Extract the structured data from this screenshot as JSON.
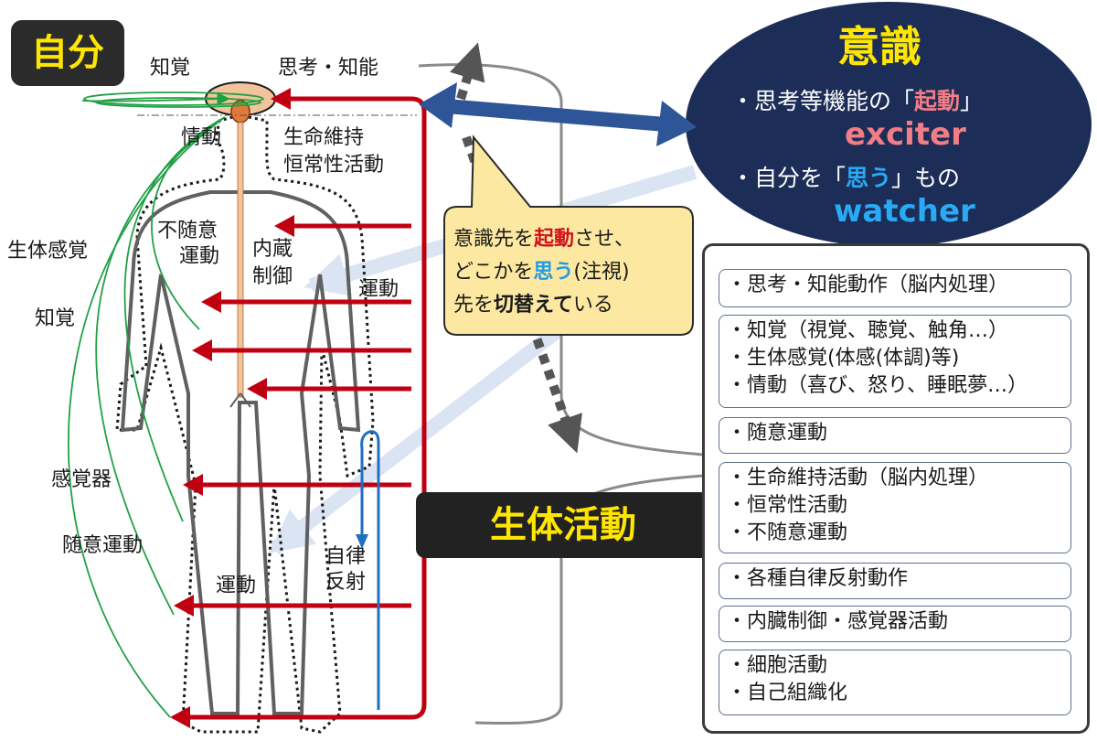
{
  "self_label": "自分",
  "consciousness": {
    "title": "意識",
    "line1_prefix": "・思考等機能の「",
    "line1_highlight": "起動",
    "line1_suffix": "」",
    "exciter": "exciter",
    "line2_prefix": "・自分を「",
    "line2_highlight": "思う",
    "line2_suffix": "」もの",
    "watcher": "watcher"
  },
  "callout": {
    "l1_a": "意識先を",
    "l1_b": "起動",
    "l1_c": "させ、",
    "l2_a": "どこかを",
    "l2_b": "思う",
    "l2_c": "(注視)",
    "l3_a": "先を",
    "l3_b": "切替えて",
    "l3_c": "いる"
  },
  "body_labels": {
    "perception_top": "知覚",
    "thinking": "思考・知能",
    "emotion": "情動",
    "life_line1": "生命維持",
    "life_line2": "恒常性活動",
    "involuntary_line1": "不随意",
    "involuntary_line2": "運動",
    "visceral_line1": "内蔵",
    "visceral_line2": "制御",
    "movement_upper": "運動",
    "somatic_sense": "生体感覚",
    "perception_left": "知覚",
    "sense_organs": "感覚器",
    "voluntary_movement": "随意運動",
    "movement_lower": "運動",
    "autonomic_line1": "自律",
    "autonomic_line2": "反射"
  },
  "bio_activity_label": "生体活動",
  "list_groups": [
    {
      "items": [
        "思考・知能動作（脳内処理）"
      ]
    },
    {
      "items": [
        "知覚（視覚、聴覚、触角…）",
        "生体感覚(体感(体調)等)",
        "情動（喜び、怒り、睡眠夢…）"
      ]
    },
    {
      "items": [
        "随意運動"
      ]
    },
    {
      "items": [
        "生命維持活動（脳内処理）",
        "恒常性活動",
        "不随意運動"
      ]
    },
    {
      "items": [
        "各種自律反射動作"
      ]
    },
    {
      "items": [
        "内臓制御・感覚器活動"
      ]
    },
    {
      "items": [
        "細胞活動",
        "自己組織化"
      ]
    }
  ],
  "colors": {
    "nerve_red": "#c00010",
    "consciousness_navy": "#1c2e57",
    "double_arrow_blue": "#2e5597",
    "callout_fill": "#fce8a0",
    "reflex_blue": "#1f6fc0",
    "sense_green": "#22a046",
    "title_yellow": "#ffe600"
  }
}
